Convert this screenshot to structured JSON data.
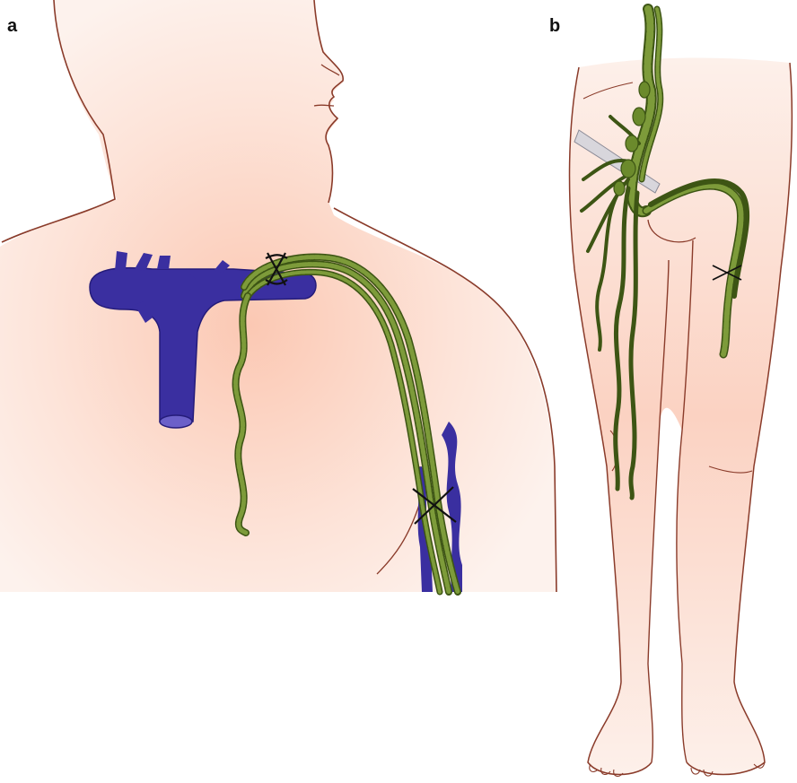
{
  "figure": {
    "panels": [
      {
        "id": "a",
        "label": "a"
      },
      {
        "id": "b",
        "label": "b"
      }
    ]
  },
  "colors": {
    "skin_fill": "#fde9e0",
    "skin_blush": "#f7b7a0",
    "outline": "#8a3b2a",
    "vein": "#3a2fa0",
    "vein_dark": "#251c7a",
    "lymph": "#6b8a2c",
    "lymph_dark": "#3d5514",
    "ligature": "#111111",
    "background_text_ghost": "#e8e2e0"
  },
  "icons": {
    "ligature_marks": "x-ligature-icon"
  }
}
